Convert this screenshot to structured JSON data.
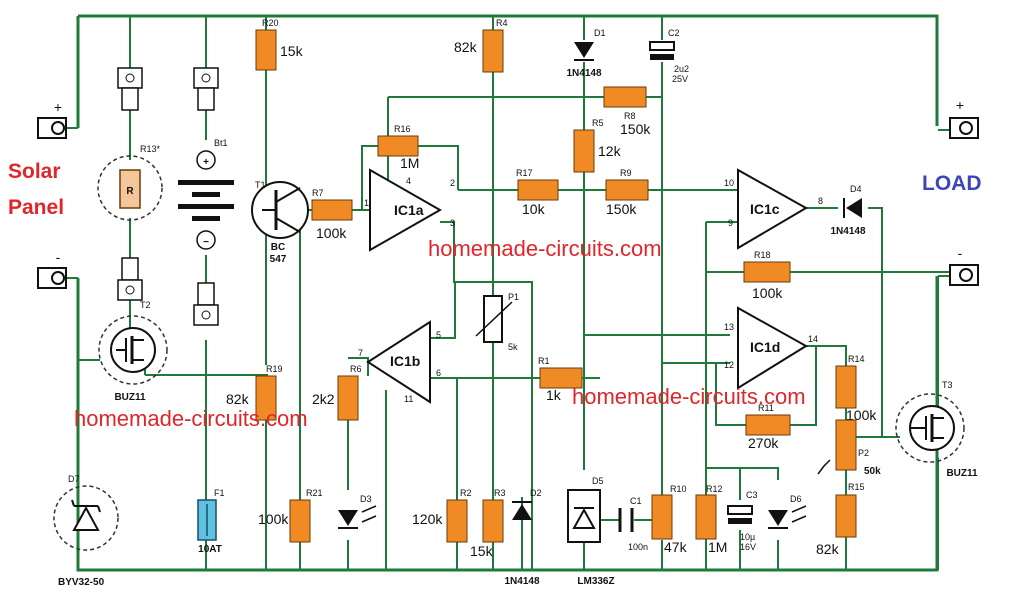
{
  "labels": {
    "solar_line1": "Solar",
    "solar_line2": "Panel",
    "load": "LOAD",
    "plus": "+",
    "minus": "-"
  },
  "watermark": "homemade-circuits.com",
  "components": {
    "R20": {
      "ref": "R20",
      "value": "15k"
    },
    "R4": {
      "ref": "R4",
      "value": "82k"
    },
    "D1": {
      "ref": "D1",
      "value": "1N4148"
    },
    "C2": {
      "ref": "C2",
      "value": "2u2",
      "value2": "25V"
    },
    "R8": {
      "ref": "R8",
      "value": "150k"
    },
    "R5": {
      "ref": "R5",
      "value": "12k"
    },
    "R16": {
      "ref": "R16",
      "value": "1M"
    },
    "R13": {
      "ref": "R13",
      "mark": "*",
      "inner": "R"
    },
    "Bt1": {
      "ref": "Bt1"
    },
    "T1": {
      "ref": "T1",
      "value": "BC",
      "value2": "547"
    },
    "R7": {
      "ref": "R7",
      "value": "100k"
    },
    "IC1a": {
      "ref": "IC1a"
    },
    "IC1b": {
      "ref": "IC1b"
    },
    "IC1c": {
      "ref": "IC1c"
    },
    "IC1d": {
      "ref": "IC1d"
    },
    "R17": {
      "ref": "R17",
      "value": "10k"
    },
    "R9": {
      "ref": "R9",
      "value": "150k"
    },
    "D4": {
      "ref": "D4",
      "value": "1N4148"
    },
    "R18": {
      "ref": "R18",
      "value": "100k"
    },
    "T2": {
      "ref": "T2",
      "value": "BUZ11"
    },
    "P1": {
      "ref": "P1",
      "value": "5k"
    },
    "R6": {
      "ref": "R6",
      "value": "2k2"
    },
    "R19": {
      "ref": "R19",
      "value": "82k"
    },
    "R1": {
      "ref": "R1",
      "value": "1k"
    },
    "R14": {
      "ref": "R14",
      "value": "100k"
    },
    "R11": {
      "ref": "R11",
      "value": "270k"
    },
    "P2": {
      "ref": "P2",
      "value": "50k"
    },
    "T3": {
      "ref": "T3",
      "value": "BUZ11"
    },
    "D7": {
      "ref": "D7",
      "value": "BYV32-50"
    },
    "F1": {
      "ref": "F1",
      "value": "10AT"
    },
    "R21": {
      "ref": "R21",
      "value": "100k"
    },
    "D3": {
      "ref": "D3"
    },
    "R2": {
      "ref": "R2",
      "value": "120k"
    },
    "R3": {
      "ref": "R3",
      "value": "15k"
    },
    "D2": {
      "ref": "D2",
      "value": "1N4148"
    },
    "D5": {
      "ref": "D5",
      "value": "LM336Z"
    },
    "C1": {
      "ref": "C1",
      "value": "100n"
    },
    "R10": {
      "ref": "R10",
      "value": "47k"
    },
    "R12": {
      "ref": "R12",
      "value": "1M"
    },
    "C3": {
      "ref": "C3",
      "value": "10µ",
      "value2": "16V"
    },
    "D6": {
      "ref": "D6"
    },
    "R15": {
      "ref": "R15",
      "value": "82k"
    }
  },
  "pins": {
    "p1": "1",
    "p2": "2",
    "p3": "3",
    "p4": "4",
    "p5": "5",
    "p6": "6",
    "p7": "7",
    "p8": "8",
    "p9": "9",
    "p10": "10",
    "p11": "11",
    "p12": "12",
    "p13": "13",
    "p14": "14"
  },
  "colors": {
    "wire": "#1f7a3a",
    "resistor": "#f08a24",
    "watermark": "#e0262a",
    "load": "#3b47b8"
  }
}
